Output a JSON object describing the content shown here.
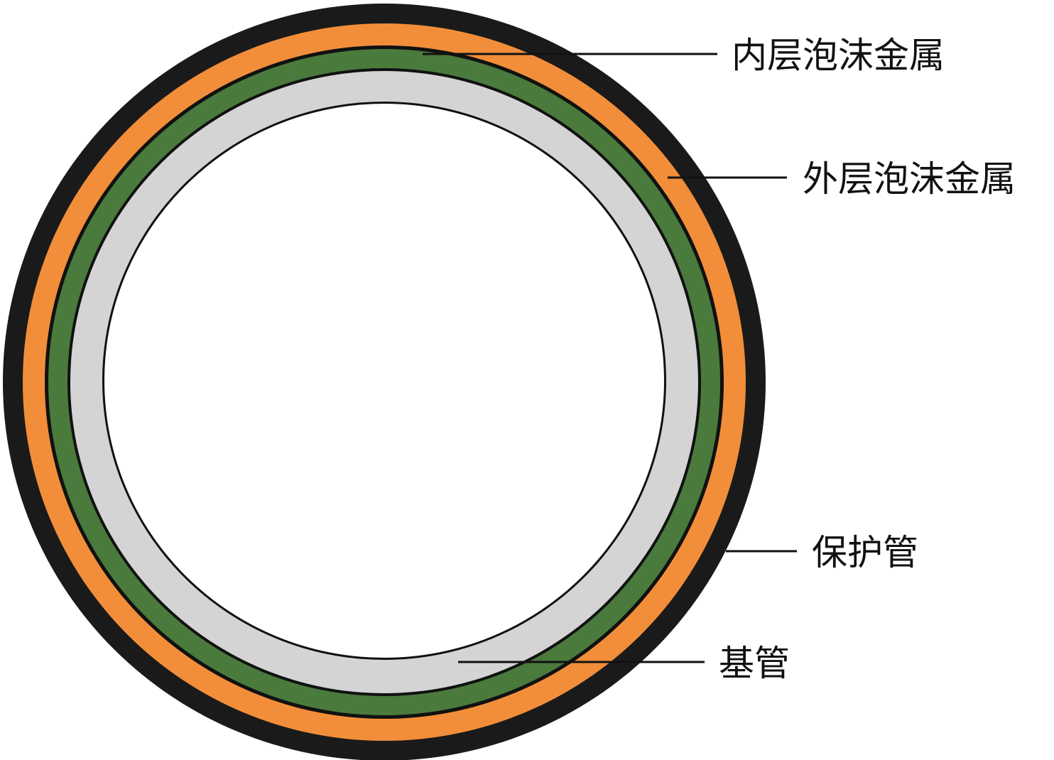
{
  "diagram": {
    "layers": [
      {
        "name": "保护管",
        "color": "#1a1a1a"
      },
      {
        "name": "外层泡沫金属",
        "color": "#f28e3a"
      },
      {
        "name": "内层泡沫金属",
        "color": "#4a7a3c"
      },
      {
        "name": "基管",
        "color": "#d4d4d4"
      }
    ],
    "labels": {
      "inner_foam": "内层泡沫金属",
      "outer_foam": "外层泡沫金属",
      "protective_tube": "保护管",
      "base_tube": "基管"
    },
    "colors": {
      "protective_tube": "#1a1a1a",
      "outer_foam": "#f28e3a",
      "inner_foam": "#4a7a3c",
      "base_tube": "#d4d4d4",
      "bore": "#ffffff",
      "outline": "#111111"
    }
  }
}
